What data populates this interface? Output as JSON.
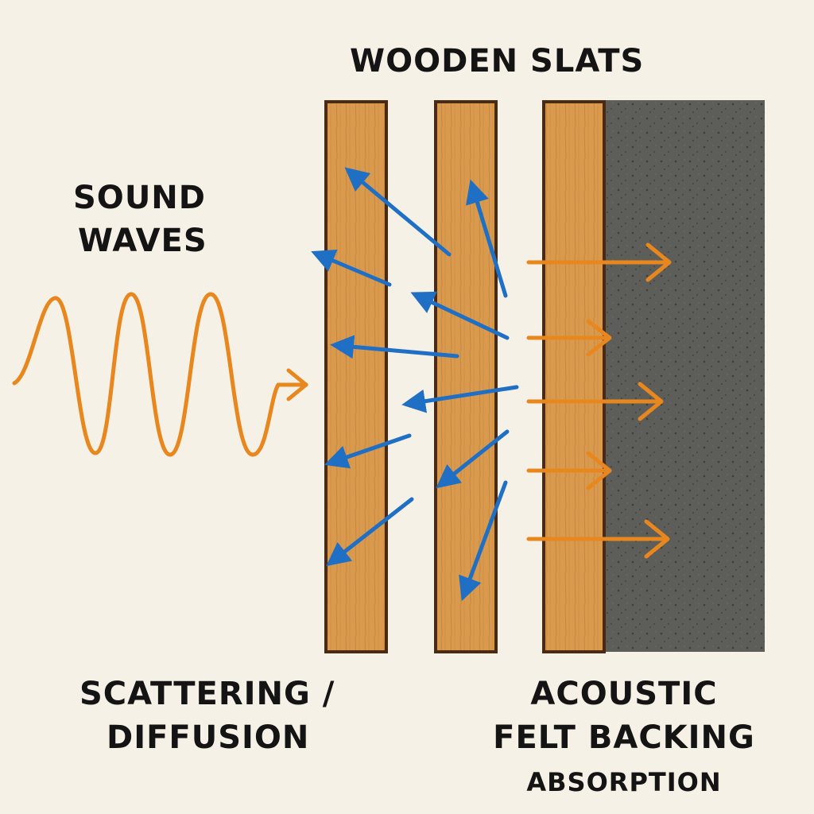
{
  "title": "WOODEN SLATS",
  "sound_waves": {
    "line1": "SOUND",
    "line2": "WAVES"
  },
  "scattering": {
    "line1": "SCATTERING /",
    "line2": "DIFFUSION"
  },
  "felt": {
    "line1": "ACOUSTIC",
    "line2": "FELT BACKING",
    "line3": "ABSORPTION"
  },
  "colors": {
    "background": "#f6f1e7",
    "wave": "#e8871e",
    "scatter_arrow": "#1f6fc4",
    "absorb_arrow": "#e8871e",
    "wood": "#d99a4e",
    "wood_outline": "#4a2a12",
    "felt": "#5d5d59"
  }
}
